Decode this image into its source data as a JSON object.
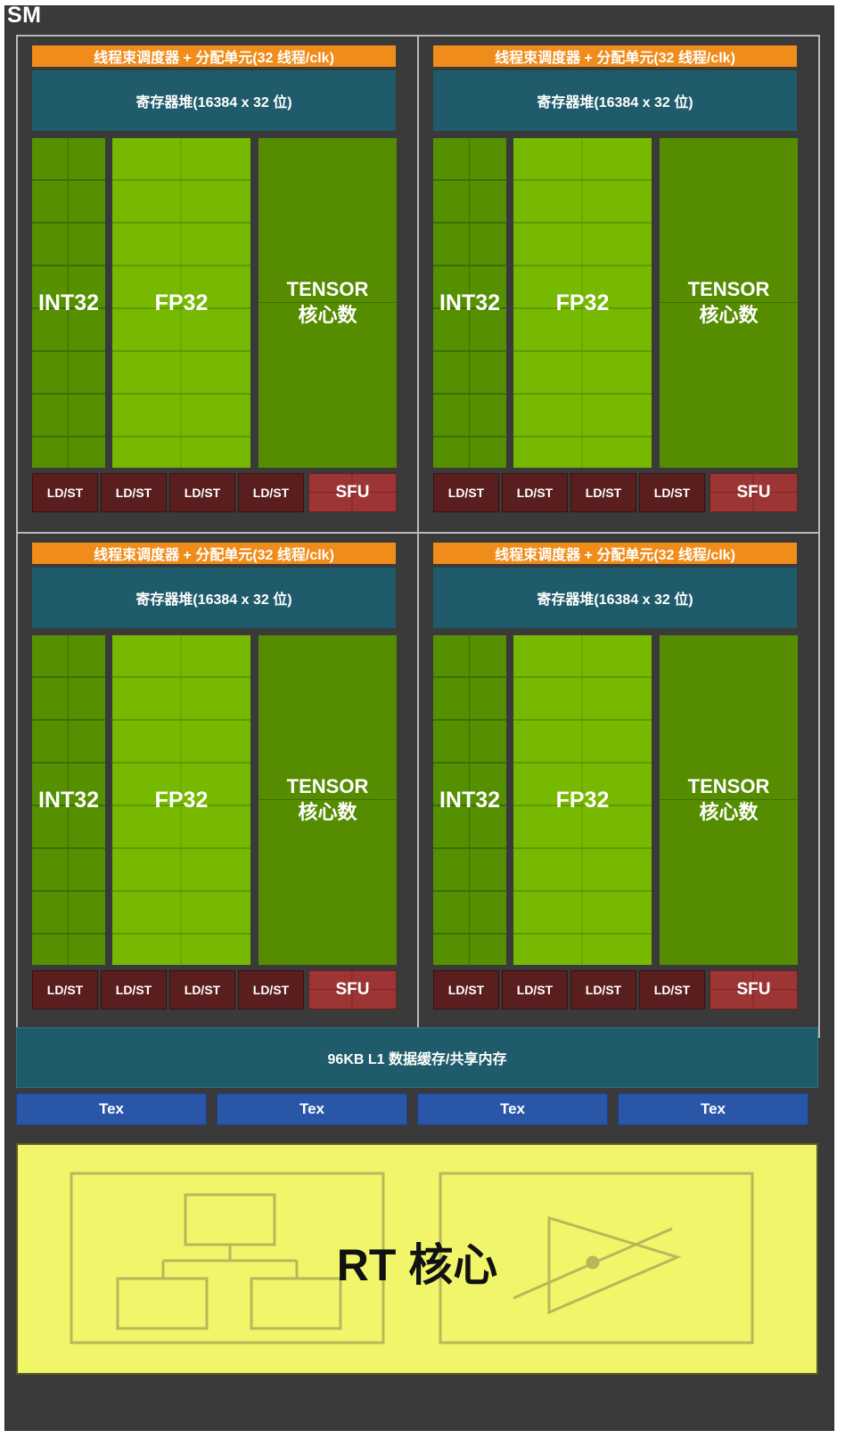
{
  "sm": {
    "title": "SM"
  },
  "quads": [
    {
      "scheduler": "线程束调度器 + 分配单元(32 线程/clk)",
      "register_file": "寄存器堆(16384 x 32 位)",
      "int32": "INT32",
      "fp32": "FP32",
      "tensor_line1": "TENSOR",
      "tensor_line2": "核心数",
      "ldst": [
        "LD/ST",
        "LD/ST",
        "LD/ST",
        "LD/ST"
      ],
      "sfu": "SFU"
    },
    {
      "scheduler": "线程束调度器 + 分配单元(32 线程/clk)",
      "register_file": "寄存器堆(16384 x 32 位)",
      "int32": "INT32",
      "fp32": "FP32",
      "tensor_line1": "TENSOR",
      "tensor_line2": "核心数",
      "ldst": [
        "LD/ST",
        "LD/ST",
        "LD/ST",
        "LD/ST"
      ],
      "sfu": "SFU"
    },
    {
      "scheduler": "线程束调度器 + 分配单元(32 线程/clk)",
      "register_file": "寄存器堆(16384 x 32 位)",
      "int32": "INT32",
      "fp32": "FP32",
      "tensor_line1": "TENSOR",
      "tensor_line2": "核心数",
      "ldst": [
        "LD/ST",
        "LD/ST",
        "LD/ST",
        "LD/ST"
      ],
      "sfu": "SFU"
    },
    {
      "scheduler": "线程束调度器 + 分配单元(32 线程/clk)",
      "register_file": "寄存器堆(16384 x 32 位)",
      "int32": "INT32",
      "fp32": "FP32",
      "tensor_line1": "TENSOR",
      "tensor_line2": "核心数",
      "ldst": [
        "LD/ST",
        "LD/ST",
        "LD/ST",
        "LD/ST"
      ],
      "sfu": "SFU"
    }
  ],
  "l1_cache": "96KB L1 数据缓存/共享内存",
  "tex_units": [
    "Tex",
    "Tex",
    "Tex",
    "Tex"
  ],
  "rt_core": {
    "label": "RT 核心",
    "icons": [
      "tree-diagram-icon",
      "ray-triangle-intersection-icon"
    ]
  },
  "colors": {
    "frame": "#3a3a3a",
    "scheduler": "#f08c1a",
    "register_file": "#1f5b6a",
    "int32": "#559000",
    "fp32": "#76b900",
    "tensor": "#568c00",
    "ldst": "#5a1e1e",
    "sfu": "#9e3535",
    "l1": "#1f5b6a",
    "tex": "#2a56a8",
    "rt": "#f0f56a"
  }
}
